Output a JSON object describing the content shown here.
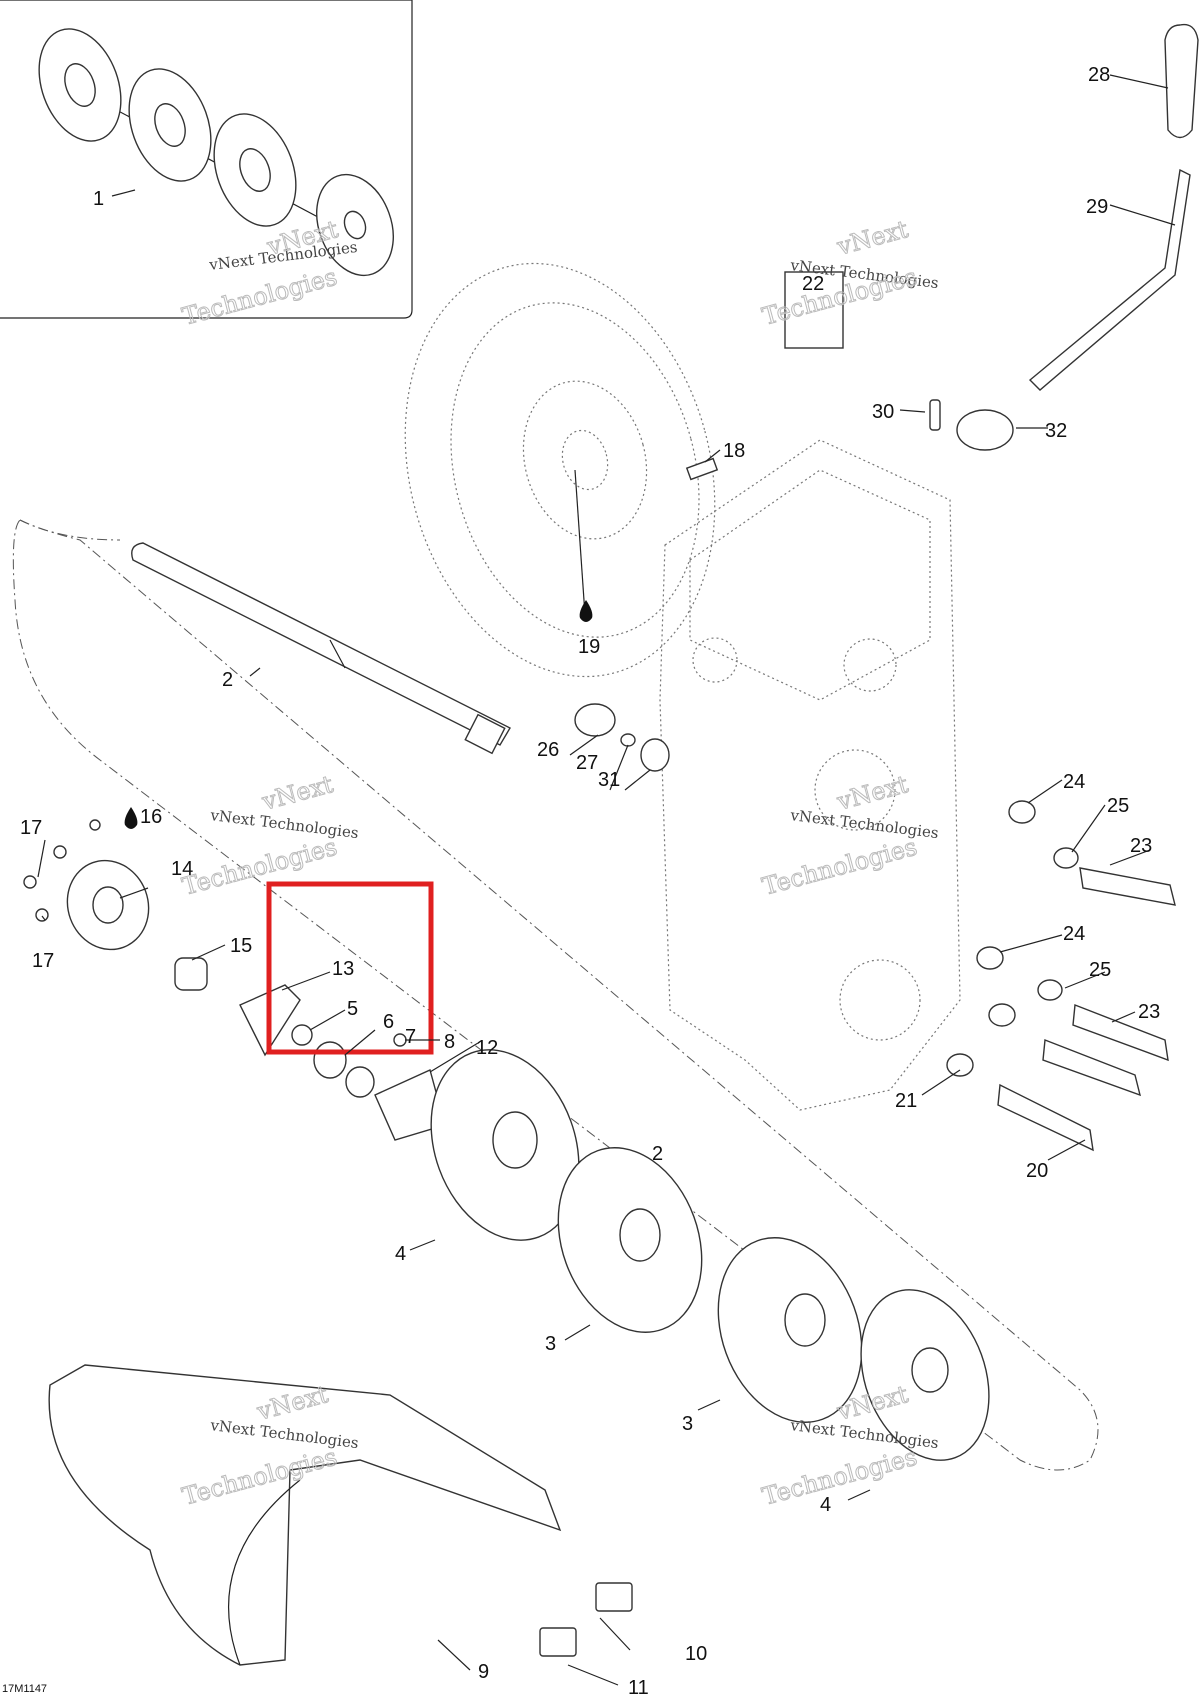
{
  "diagram": {
    "code": "17M1147",
    "highlight_color": "#e02020",
    "watermark_lines": [
      "vNext Technologies",
      "vNext",
      "Technologies"
    ],
    "callouts": [
      {
        "id": "c1",
        "text": "1"
      },
      {
        "id": "c2a",
        "text": "2"
      },
      {
        "id": "c2b",
        "text": "2"
      },
      {
        "id": "c3a",
        "text": "3"
      },
      {
        "id": "c3b",
        "text": "3"
      },
      {
        "id": "c4a",
        "text": "4"
      },
      {
        "id": "c4b",
        "text": "4"
      },
      {
        "id": "c5",
        "text": "5"
      },
      {
        "id": "c6",
        "text": "6"
      },
      {
        "id": "c7",
        "text": "7"
      },
      {
        "id": "c8",
        "text": "8"
      },
      {
        "id": "c9",
        "text": "9"
      },
      {
        "id": "c10",
        "text": "10"
      },
      {
        "id": "c11",
        "text": "11"
      },
      {
        "id": "c12",
        "text": "12"
      },
      {
        "id": "c13",
        "text": "13"
      },
      {
        "id": "c14",
        "text": "14"
      },
      {
        "id": "c15",
        "text": "15"
      },
      {
        "id": "c16",
        "text": "16"
      },
      {
        "id": "c17a",
        "text": "17"
      },
      {
        "id": "c17b",
        "text": "17"
      },
      {
        "id": "c18",
        "text": "18"
      },
      {
        "id": "c19",
        "text": "19"
      },
      {
        "id": "c20",
        "text": "20"
      },
      {
        "id": "c21",
        "text": "21"
      },
      {
        "id": "c22",
        "text": "22"
      },
      {
        "id": "c23a",
        "text": "23"
      },
      {
        "id": "c23b",
        "text": "23"
      },
      {
        "id": "c24a",
        "text": "24"
      },
      {
        "id": "c24b",
        "text": "24"
      },
      {
        "id": "c25a",
        "text": "25"
      },
      {
        "id": "c25b",
        "text": "25"
      },
      {
        "id": "c26",
        "text": "26"
      },
      {
        "id": "c27",
        "text": "27"
      },
      {
        "id": "c28",
        "text": "28"
      },
      {
        "id": "c29",
        "text": "29"
      },
      {
        "id": "c30",
        "text": "30"
      },
      {
        "id": "c31",
        "text": "31"
      },
      {
        "id": "c32",
        "text": "32"
      }
    ]
  }
}
